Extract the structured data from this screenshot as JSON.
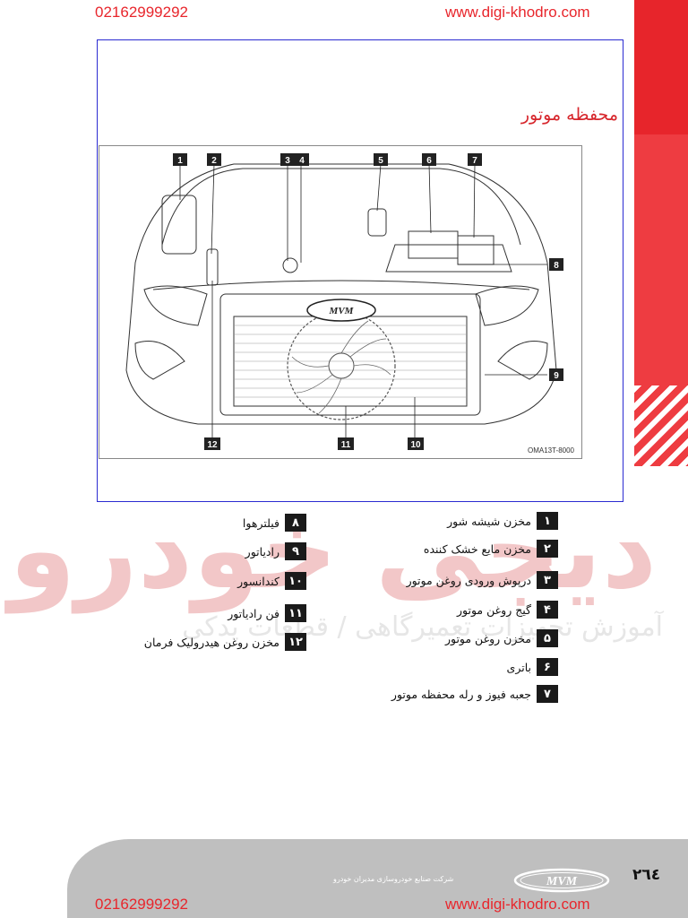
{
  "header": {
    "phone": "02162999292",
    "website": "www.digi-khodro.com"
  },
  "section_title": "محفظه موتور",
  "figure": {
    "code": "OMA13T-8000",
    "brand_badge": "MVM",
    "callouts": [
      "1",
      "2",
      "3",
      "4",
      "5",
      "6",
      "7",
      "8",
      "9",
      "10",
      "11",
      "12"
    ]
  },
  "watermark": {
    "big": "دیجی خودرو",
    "line": "آموزش تجهیزات تعمیرگاهی / قطعات یدکی"
  },
  "legend": [
    {
      "num": "۱",
      "label": "مخزن شیشه شور"
    },
    {
      "num": "۲",
      "label": "مخزن مایع خشک کننده"
    },
    {
      "num": "۳",
      "label": "درپوش ورودی روغن موتور"
    },
    {
      "num": "۴",
      "label": "گیج روغن موتور"
    },
    {
      "num": "۵",
      "label": "مخزن روغن موتور"
    },
    {
      "num": "۶",
      "label": "باتری"
    },
    {
      "num": "۷",
      "label": "جعبه فیوز و رله محفظه موتور"
    },
    {
      "num": "۸",
      "label": "فیلترهوا"
    },
    {
      "num": "۹",
      "label": "رادیاتور"
    },
    {
      "num": "۱۰",
      "label": "کندانسور"
    },
    {
      "num": "۱۱",
      "label": "فن رادیاتور"
    },
    {
      "num": "۱۲",
      "label": "مخزن روغن هیدرولیک فرمان"
    }
  ],
  "footer": {
    "company": "شرکت صنایع خودروسازی مدیران خودرو",
    "logo": "MVM",
    "page_number": "٢٦٤"
  },
  "colors": {
    "accent_red": "#e8262c",
    "frame_blue": "#2b2bd1",
    "footer_gray": "#bfbfbf"
  }
}
